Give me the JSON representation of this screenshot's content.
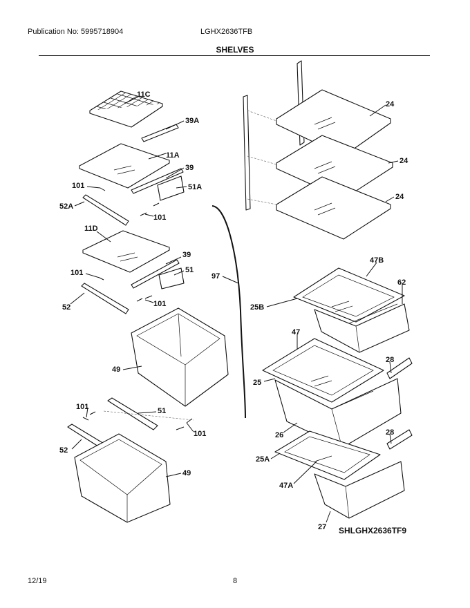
{
  "header": {
    "publication": "Publication No: 5995718904",
    "model": "LGHX2636TFB",
    "section_title": "SHELVES"
  },
  "footer": {
    "date": "12/19",
    "page_number": "8"
  },
  "diagram": {
    "code": "SHLGHX2636TF9",
    "labels": {
      "l11c": "11C",
      "l39a": "39A",
      "l11a": "11A",
      "l39_1": "39",
      "l101_1": "101",
      "l51a": "51A",
      "l52a": "52A",
      "l101_2": "101",
      "l11d": "11D",
      "l39_2": "39",
      "l101_3": "101",
      "l51_1": "51",
      "l52_1": "52",
      "l101_4": "101",
      "l97": "97",
      "l49_1": "49",
      "l101_5": "101",
      "l51_2": "51",
      "l101_6": "101",
      "l52_2": "52",
      "l49_2": "49",
      "l24_1": "24",
      "l24_2": "24",
      "l24_3": "24",
      "l47b": "47B",
      "l62": "62",
      "l25b": "25B",
      "l47": "47",
      "l28_1": "28",
      "l25": "25",
      "l26": "26",
      "l28_2": "28",
      "l25a": "25A",
      "l47a": "47A",
      "l27": "27"
    }
  }
}
